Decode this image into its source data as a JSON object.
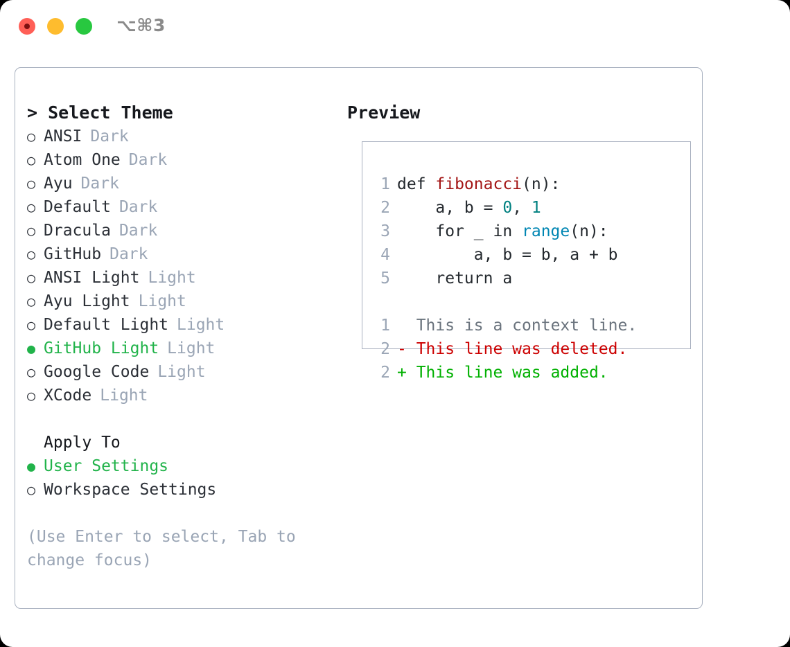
{
  "titlebar": {
    "shortcut": "⌥⌘3",
    "buttons": [
      {
        "name": "close",
        "color": "#ff5f57"
      },
      {
        "name": "minimize",
        "color": "#febc2e"
      },
      {
        "name": "zoom",
        "color": "#28c840"
      }
    ]
  },
  "theme_picker": {
    "caret": ">",
    "title": "Select Theme",
    "bullet_off": "○",
    "bullet_on": "●",
    "options": [
      {
        "label": "ANSI",
        "tag": "Dark",
        "selected": false
      },
      {
        "label": "Atom One",
        "tag": "Dark",
        "selected": false
      },
      {
        "label": "Ayu",
        "tag": "Dark",
        "selected": false
      },
      {
        "label": "Default",
        "tag": "Dark",
        "selected": false
      },
      {
        "label": "Dracula",
        "tag": "Dark",
        "selected": false
      },
      {
        "label": "GitHub",
        "tag": "Dark",
        "selected": false
      },
      {
        "label": "ANSI Light",
        "tag": "Light",
        "selected": false
      },
      {
        "label": "Ayu Light",
        "tag": "Light",
        "selected": false
      },
      {
        "label": "Default Light",
        "tag": "Light",
        "selected": false
      },
      {
        "label": "GitHub Light",
        "tag": "Light",
        "selected": true
      },
      {
        "label": "Google Code",
        "tag": "Light",
        "selected": false
      },
      {
        "label": "XCode",
        "tag": "Light",
        "selected": false
      }
    ]
  },
  "apply_to": {
    "title": "Apply To",
    "options": [
      {
        "label": "User Settings",
        "selected": true
      },
      {
        "label": "Workspace Settings",
        "selected": false
      }
    ]
  },
  "hint": "(Use Enter to select, Tab to change focus)",
  "preview": {
    "title": "Preview",
    "code_lines": [
      {
        "num": "1",
        "tokens": [
          {
            "t": "def ",
            "c": "plain"
          },
          {
            "t": "fibonacci",
            "c": "fn"
          },
          {
            "t": "(n):",
            "c": "plain"
          }
        ]
      },
      {
        "num": "2",
        "tokens": [
          {
            "t": "    a, b = ",
            "c": "plain"
          },
          {
            "t": "0",
            "c": "num"
          },
          {
            "t": ", ",
            "c": "plain"
          },
          {
            "t": "1",
            "c": "num"
          }
        ]
      },
      {
        "num": "3",
        "tokens": [
          {
            "t": "    for _ in ",
            "c": "plain"
          },
          {
            "t": "range",
            "c": "builtin"
          },
          {
            "t": "(n):",
            "c": "plain"
          }
        ]
      },
      {
        "num": "4",
        "tokens": [
          {
            "t": "        a, b = b, a + b",
            "c": "plain"
          }
        ]
      },
      {
        "num": "5",
        "tokens": [
          {
            "t": "    return a",
            "c": "plain"
          }
        ]
      }
    ],
    "diff_lines": [
      {
        "num": "1",
        "marker": " ",
        "text": " This is a context line.",
        "kind": "ctx"
      },
      {
        "num": "2",
        "marker": "-",
        "text": " This line was deleted.",
        "kind": "del"
      },
      {
        "num": "2",
        "marker": "+",
        "text": " This line was added.",
        "kind": "add"
      }
    ]
  },
  "colors": {
    "accent_green": "#21b34a",
    "muted": "#9aa5b5",
    "border": "#a8b0bf",
    "fn_red": "#a31515",
    "num_teal": "#008080",
    "builtin_blue": "#0086b3",
    "diff_del": "#cc0000",
    "diff_add": "#00b000"
  }
}
